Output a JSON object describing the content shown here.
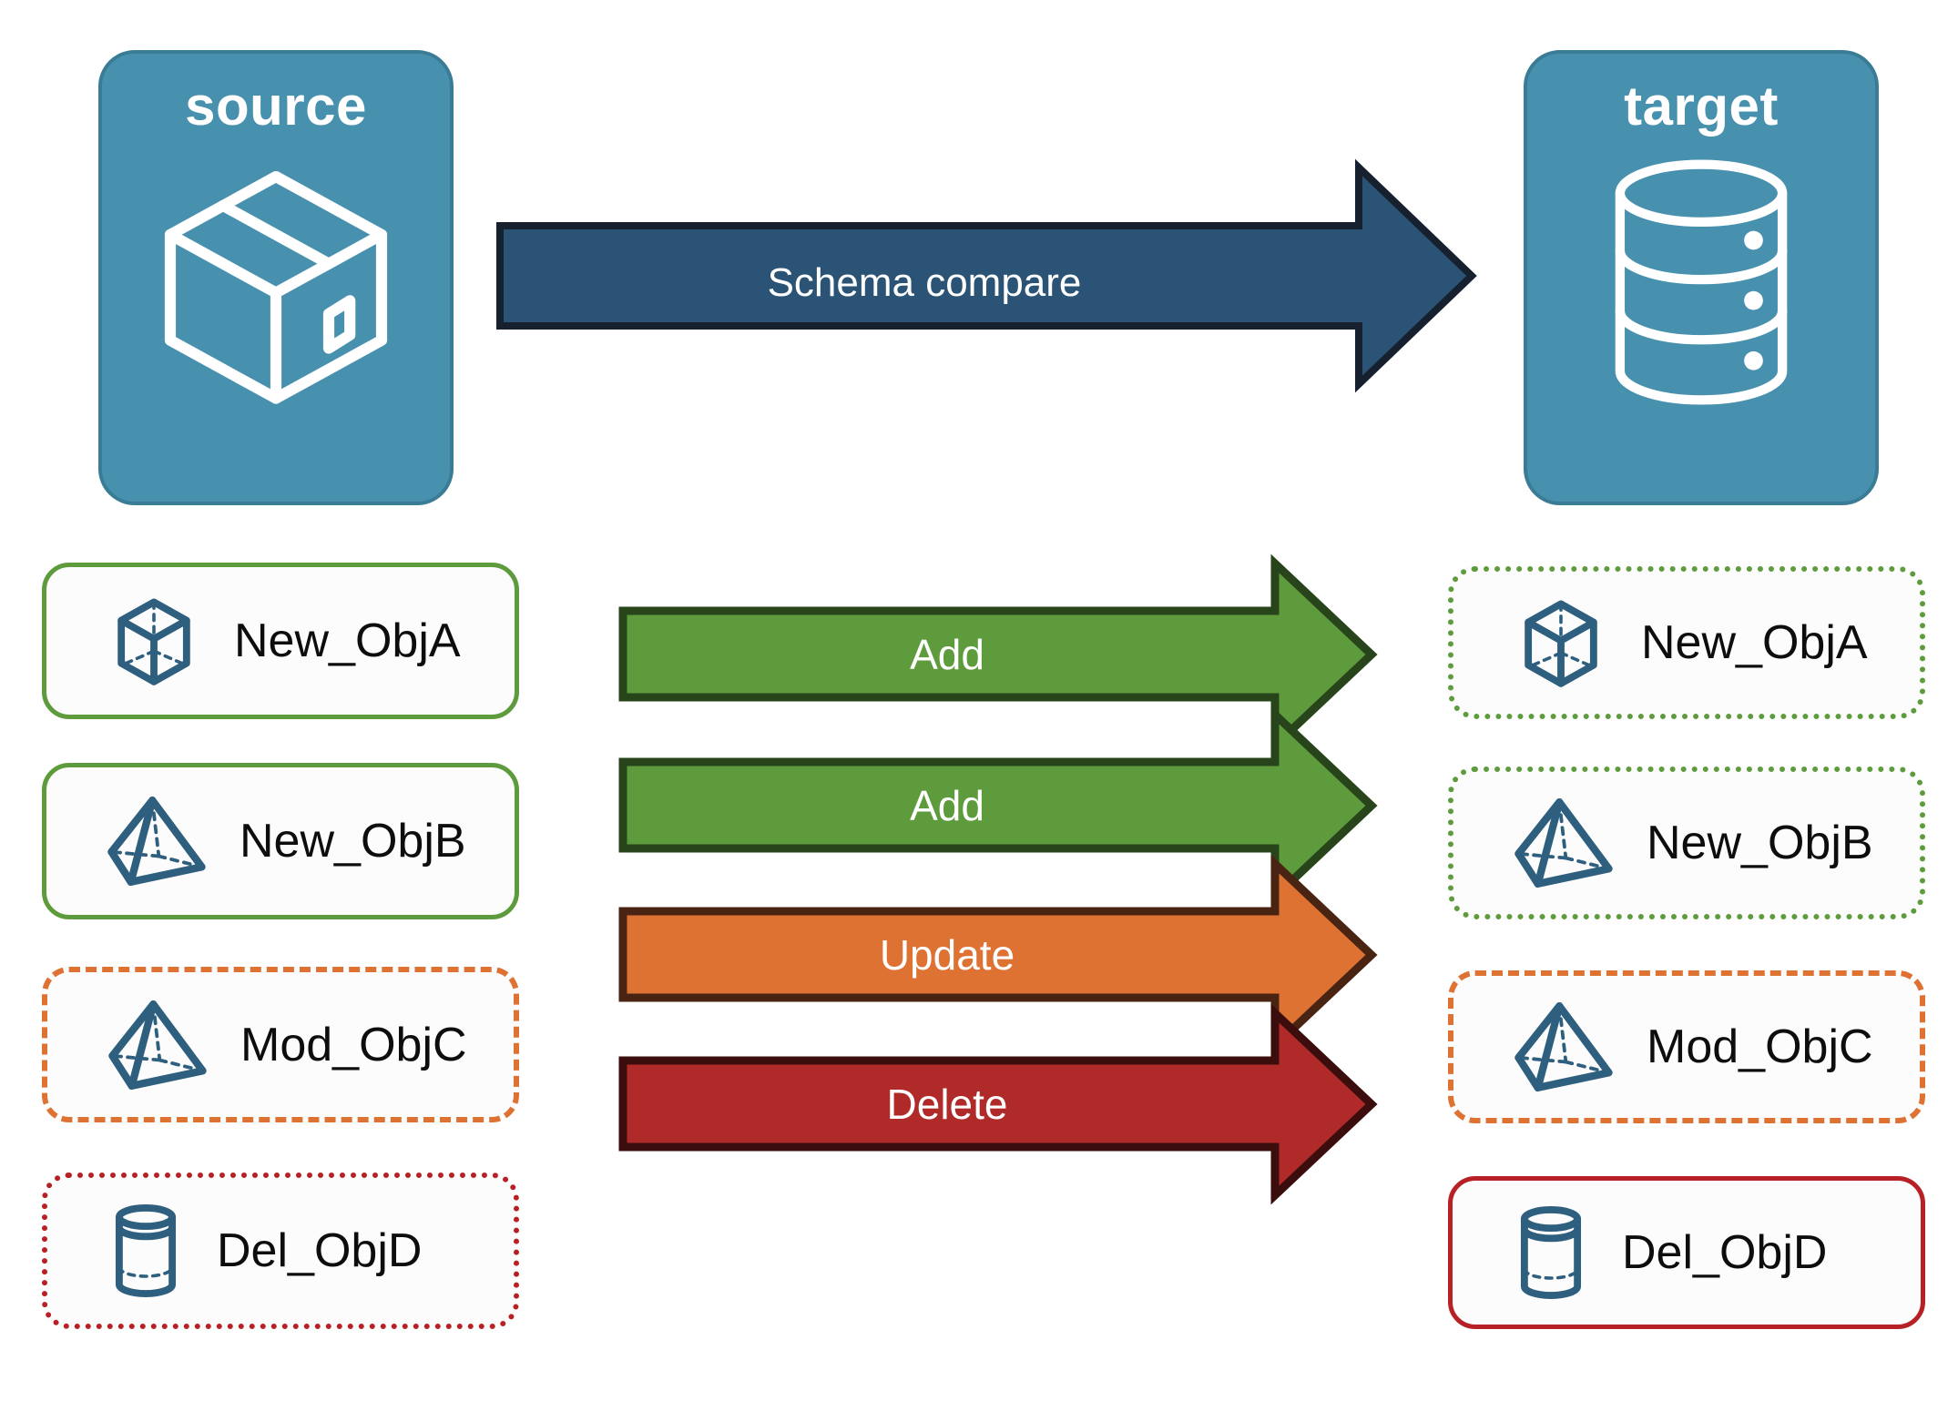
{
  "diagram": {
    "title": "Schema compare",
    "endpoints": {
      "source": {
        "label": "source",
        "icon": "package-box-icon",
        "color": "#4791AF"
      },
      "target": {
        "label": "target",
        "icon": "database-cylinder-icon",
        "color": "#4791AF"
      }
    },
    "main_arrow": {
      "label": "Schema compare",
      "fill": "#2A5375",
      "stroke": "#16202E"
    },
    "rows": [
      {
        "source_label": "New_ObjA",
        "source_icon": "wireframe-cube-icon",
        "source_border_style": "solid",
        "action": "Add",
        "action_color": "#5E9B3D",
        "action_stroke": "#27441A",
        "target_label": "New_ObjA",
        "target_icon": "wireframe-cube-icon",
        "target_border_style": "dotted"
      },
      {
        "source_label": "New_ObjB",
        "source_icon": "wireframe-pyramid-icon",
        "source_border_style": "solid",
        "action": "Add",
        "action_color": "#5E9B3D",
        "action_stroke": "#27441A",
        "target_label": "New_ObjB",
        "target_icon": "wireframe-pyramid-icon",
        "target_border_style": "dotted"
      },
      {
        "source_label": "Mod_ObjC",
        "source_icon": "wireframe-pyramid-icon",
        "source_border_style": "dashed",
        "action": "Update",
        "action_color": "#DD7233",
        "action_stroke": "#4A2413",
        "target_label": "Mod_ObjC",
        "target_icon": "wireframe-pyramid-icon",
        "target_border_style": "dashed"
      },
      {
        "source_label": "Del_ObjD",
        "source_icon": "wireframe-cylinder-icon",
        "source_border_style": "dotted",
        "action": "Delete",
        "action_color": "#B02A2A",
        "action_stroke": "#3B0D0D",
        "target_label": "Del_ObjD",
        "target_icon": "wireframe-cylinder-icon",
        "target_border_style": "solid"
      }
    ],
    "colors": {
      "panel_blue": "#4791AF",
      "icon_blue": "#2E5F7E",
      "add_green": "#5E9B3D",
      "update_orange": "#DD7233",
      "delete_red": "#B02A2A"
    }
  }
}
